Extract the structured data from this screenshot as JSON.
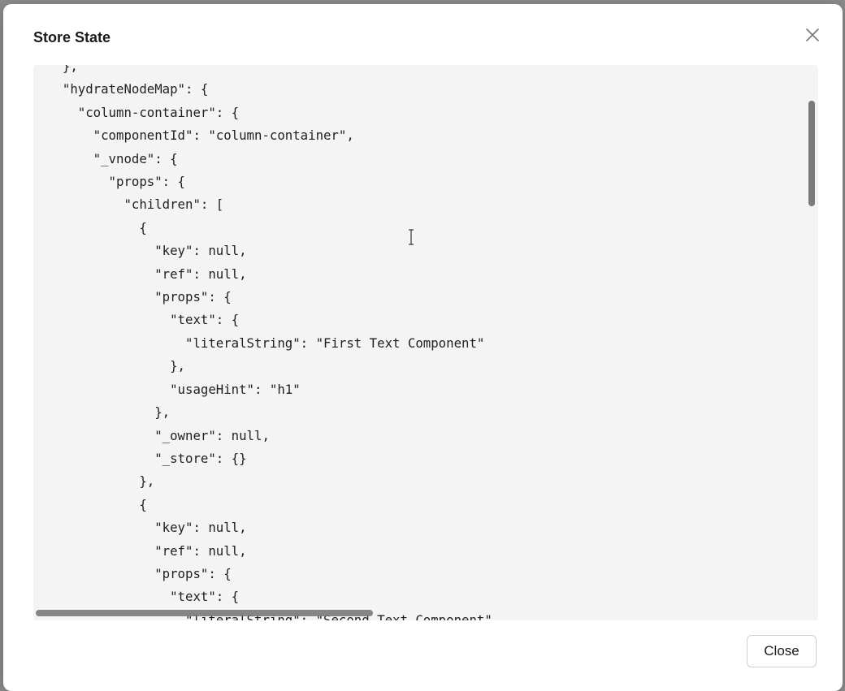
{
  "modal": {
    "title": "Store State",
    "close_button_label": "Close"
  },
  "code": {
    "lines": [
      "  },",
      "  \"hydrateNodeMap\": {",
      "    \"column-container\": {",
      "      \"componentId\": \"column-container\",",
      "      \"_vnode\": {",
      "        \"props\": {",
      "          \"children\": [",
      "            {",
      "              \"key\": null,",
      "              \"ref\": null,",
      "              \"props\": {",
      "                \"text\": {",
      "                  \"literalString\": \"First Text Component\"",
      "                },",
      "                \"usageHint\": \"h1\"",
      "              },",
      "              \"_owner\": null,",
      "              \"_store\": {}",
      "            },",
      "            {",
      "              \"key\": null,",
      "              \"ref\": null,",
      "              \"props\": {",
      "                \"text\": {",
      "                  \"literalString\": \"Second Text Component\""
    ]
  }
}
